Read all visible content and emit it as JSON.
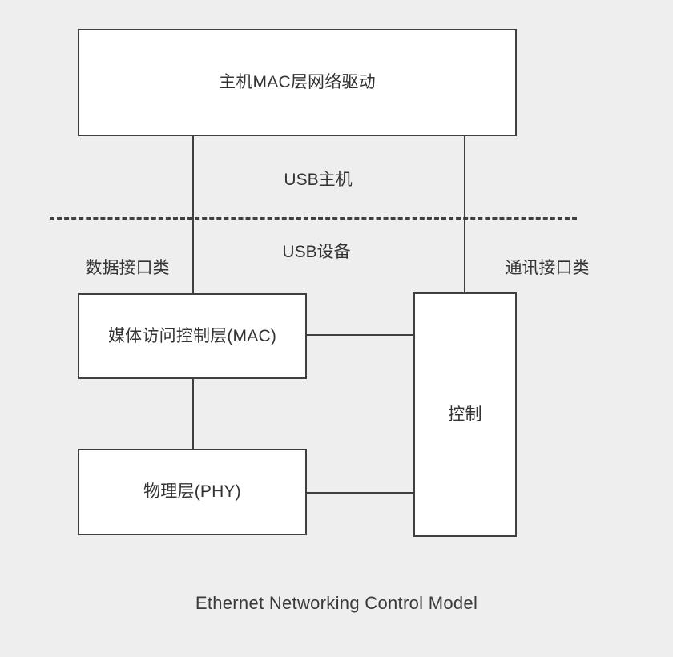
{
  "diagram": {
    "caption": "Ethernet Networking Control Model",
    "background_color": "#eeeeee",
    "line_color": "#3f3f3f",
    "box_fill_color": "#ffffff",
    "text_color": "#333333",
    "boxes": [
      {
        "id": "host-driver",
        "label": "主机MAC层网络驱动"
      },
      {
        "id": "mac",
        "label": "媒体访问控制层(MAC)"
      },
      {
        "id": "phy",
        "label": "物理层(PHY)"
      },
      {
        "id": "control",
        "label": "控制"
      }
    ],
    "labels": {
      "usb_host": "USB主机",
      "usb_device": "USB设备",
      "data_interface_class": "数据接口类",
      "communication_interface_class": "通讯接口类"
    },
    "divider": {
      "style": "dashed",
      "above_label": "USB主机",
      "below_label": "USB设备"
    },
    "connectors": [
      {
        "from": "host-driver",
        "to": "mac",
        "orientation": "vertical"
      },
      {
        "from": "host-driver",
        "to": "control",
        "orientation": "vertical"
      },
      {
        "from": "mac",
        "to": "phy",
        "orientation": "vertical"
      },
      {
        "from": "mac",
        "to": "control",
        "orientation": "horizontal"
      },
      {
        "from": "phy",
        "to": "control",
        "orientation": "horizontal"
      }
    ]
  }
}
